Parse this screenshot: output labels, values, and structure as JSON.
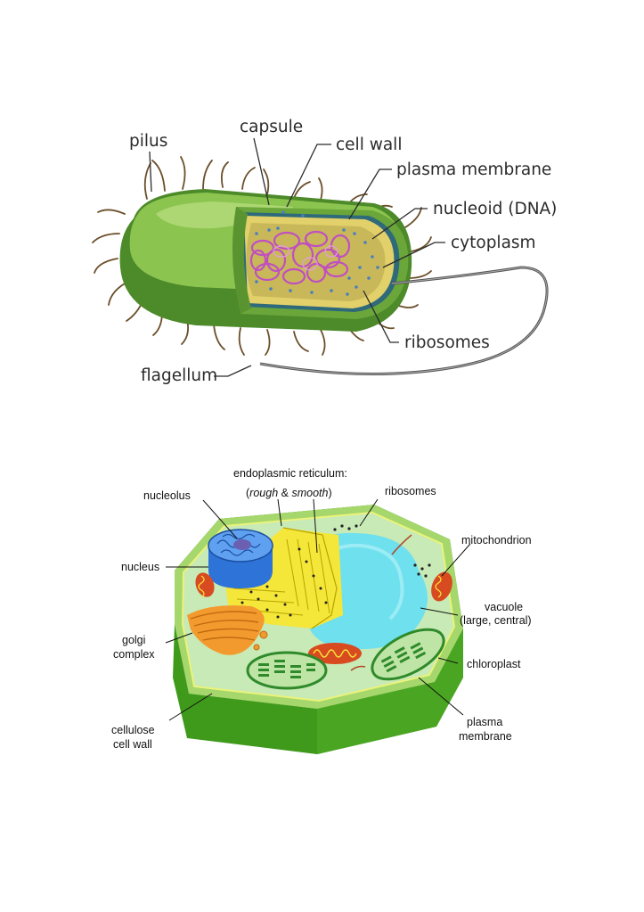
{
  "bacterium": {
    "labels": {
      "pilus": "pilus",
      "capsule": "capsule",
      "cell_wall": "cell wall",
      "plasma_membrane": "plasma membrane",
      "nucleoid": "nucleoid (DNA)",
      "cytoplasm": "cytoplasm",
      "ribosomes": "ribosomes",
      "flagellum": "flagellum"
    },
    "colors": {
      "body": "#7fb848",
      "body_dark": "#4d8a2a",
      "cytoplasm": "#c9b85a",
      "dna": "#c04fc0",
      "pili": "#6b4f2a"
    }
  },
  "plant_cell": {
    "labels": {
      "er_title": "endoplasmic reticulum:",
      "er_open": "(",
      "er_rough": "rough",
      "er_amp": " & ",
      "er_smooth": "smooth",
      "er_close": ")",
      "ribosomes": "ribosomes",
      "nucleolus": "nucleolus",
      "mitochondrion": "mitochondrion",
      "nucleus": "nucleus",
      "vacuole_1": "vacuole",
      "vacuole_2": "(large, central)",
      "golgi_1": "golgi",
      "golgi_2": "complex",
      "chloroplast": "chloroplast",
      "cell_wall_1": "cellulose",
      "cell_wall_2": "cell wall",
      "membrane_1": "plasma",
      "membrane_2": "membrane"
    },
    "colors": {
      "wall": "#3f9a1c",
      "cytoplasm": "#c8eab6",
      "vacuole": "#6fe0ee",
      "nucleus": "#2e73d8",
      "er": "#f5e63a",
      "golgi": "#f39a2e",
      "mitochondrion": "#d84a1f",
      "chloroplast": "#2e8a2a"
    }
  }
}
